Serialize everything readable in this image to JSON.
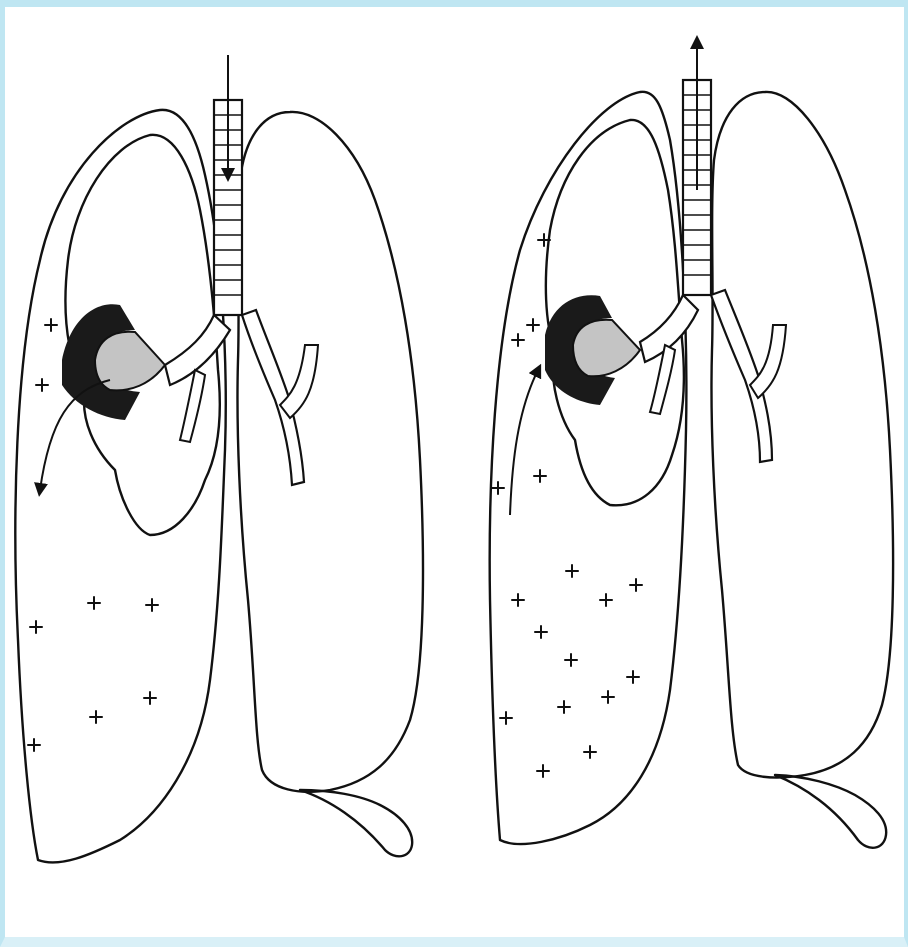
{
  "panels": [
    {
      "id": "left",
      "airflow": "in"
    },
    {
      "id": "right",
      "airflow": "out"
    }
  ],
  "colors": {
    "border": "#bfe6f2",
    "pleural_air": "#cfcfcf",
    "collapsed_lung": "#6b6b6b",
    "outline": "#111111"
  }
}
